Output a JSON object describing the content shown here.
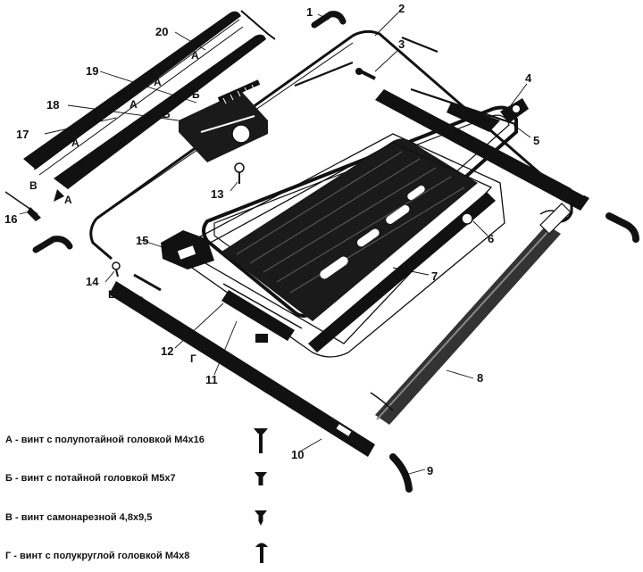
{
  "callouts": [
    "1",
    "2",
    "3",
    "4",
    "5",
    "6",
    "7",
    "8",
    "9",
    "10",
    "11",
    "12",
    "13",
    "14",
    "15",
    "16",
    "17",
    "18",
    "19",
    "20"
  ],
  "letters": {
    "a": "А",
    "b": "Б",
    "v": "В",
    "g": "Г"
  },
  "legend": [
    {
      "key": "А",
      "text": "А - винт с полупотайной головкой М4х16",
      "icon": "screw-semi-countersunk-icon"
    },
    {
      "key": "Б",
      "text": "Б - винт с потайной головкой М5х7",
      "icon": "screw-countersunk-icon"
    },
    {
      "key": "В",
      "text": "В - винт самонарезной 4,8х9,5",
      "icon": "self-tapping-screw-icon"
    },
    {
      "key": "Г",
      "text": "Г - винт с полукруглой головкой М4х8",
      "icon": "screw-round-head-icon"
    }
  ]
}
